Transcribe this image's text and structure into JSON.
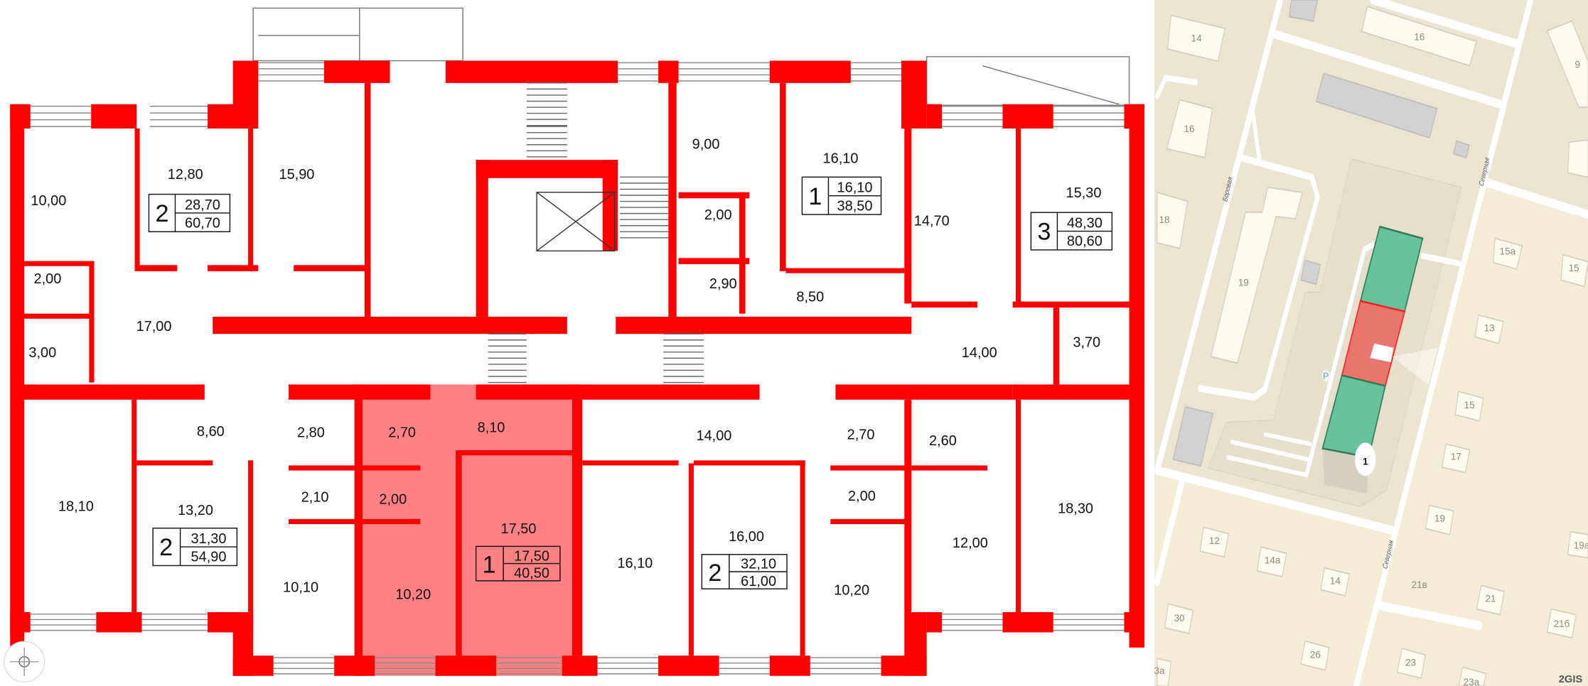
{
  "floorplan": {
    "highlight_color": "#ff6b6b",
    "wall_color": "#ff0000",
    "rooms": [
      "10,00",
      "12,80",
      "15,90",
      "9,00",
      "16,10",
      "15,30",
      "14,70",
      "2,00",
      "17,00",
      "3,00",
      "2,00",
      "2,90",
      "8,50",
      "14,00",
      "3,70",
      "8,60",
      "2,80",
      "2,70",
      "8,10",
      "14,00",
      "2,70",
      "2,60",
      "18,10",
      "13,20",
      "2,10",
      "2,00",
      "17,50",
      "16,10",
      "16,00",
      "2,00",
      "12,00",
      "18,30",
      "10,10",
      "10,20",
      "10,20"
    ],
    "apartments": [
      {
        "rooms": "2",
        "living": "28,70",
        "total": "60,70"
      },
      {
        "rooms": "1",
        "living": "16,10",
        "total": "38,50"
      },
      {
        "rooms": "3",
        "living": "48,30",
        "total": "80,60"
      },
      {
        "rooms": "2",
        "living": "31,30",
        "total": "54,90"
      },
      {
        "rooms": "1",
        "living": "17,50",
        "total": "40,50",
        "selected": true
      },
      {
        "rooms": "2",
        "living": "32,10",
        "total": "61,00"
      }
    ],
    "compass_icon": "compass-icon"
  },
  "map": {
    "colors": {
      "selected_section": "#e8766f",
      "other_sections": "#66c29a",
      "background": "#efe8d2"
    },
    "buildings": [
      "14",
      "16",
      "9",
      "16",
      "18",
      "19",
      "15а",
      "15",
      "13",
      "15",
      "17",
      "19",
      "19а",
      "12",
      "14а",
      "14",
      "21в",
      "21",
      "21б",
      "30",
      "26",
      "23",
      "23а",
      "3а"
    ],
    "streets": [
      "Боровая",
      "Северная",
      "Северная"
    ],
    "parking_label": "P",
    "entrance_badge": "1",
    "logo": "2GIS"
  }
}
